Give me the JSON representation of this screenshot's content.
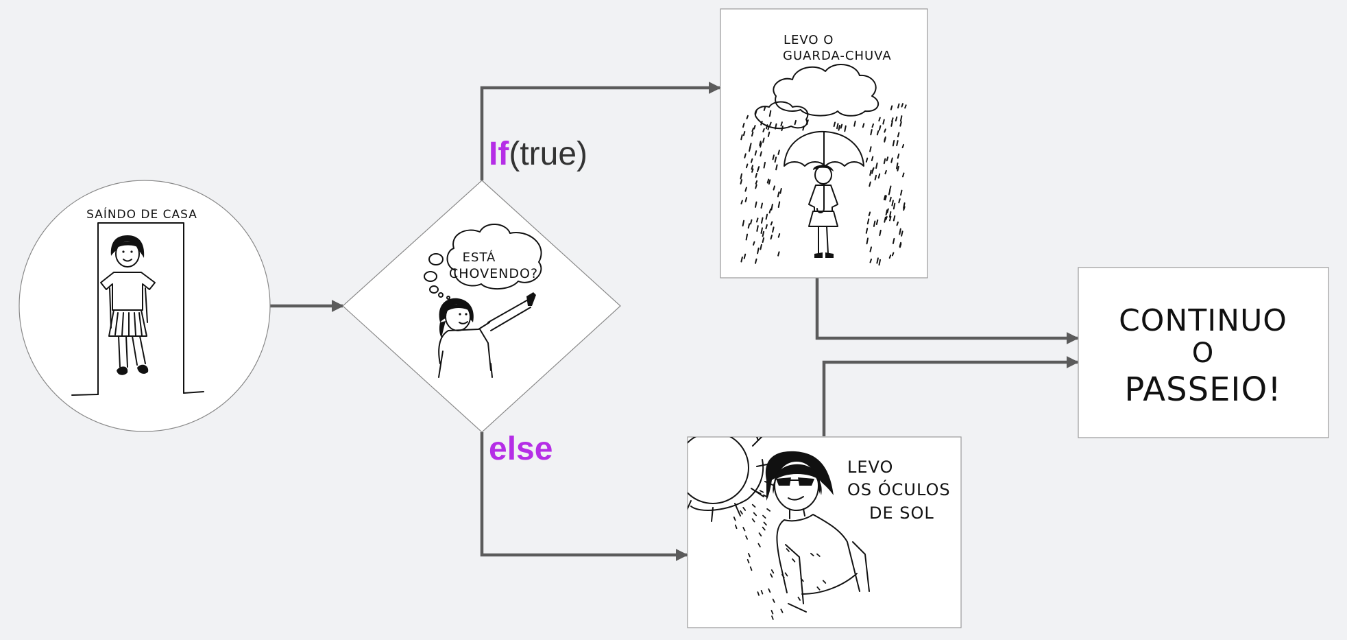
{
  "colors": {
    "background": "#f1f2f4",
    "connector": "#5b5b5b",
    "keyword": "#b52ee6",
    "text": "#333333"
  },
  "nodes": {
    "start": {
      "shape": "circle",
      "caption": "SAÍNDO DE CASA"
    },
    "decision": {
      "shape": "diamond",
      "bubble_line1": "ESTÁ",
      "bubble_line2": "CHOVENDO?"
    },
    "rain": {
      "shape": "rectangle",
      "line1": "LEVO  O",
      "line2": "GUARDA-CHUVA"
    },
    "sun": {
      "shape": "rectangle",
      "line1": "LEVO",
      "line2": "OS ÓCULOS",
      "line3": "DE SOL"
    },
    "end": {
      "shape": "rectangle",
      "line1": "CONTINUO",
      "line2": "O",
      "line3": "PASSEIO!"
    }
  },
  "labels": {
    "if_keyword": "If",
    "if_condition": "(true)",
    "else_keyword": "else"
  },
  "icons": {
    "start": "girl-leaving-door-icon",
    "decision": "girl-pointing-sky-icon",
    "rain": "girl-with-umbrella-icon",
    "sun": "girl-with-sunglasses-icon"
  }
}
